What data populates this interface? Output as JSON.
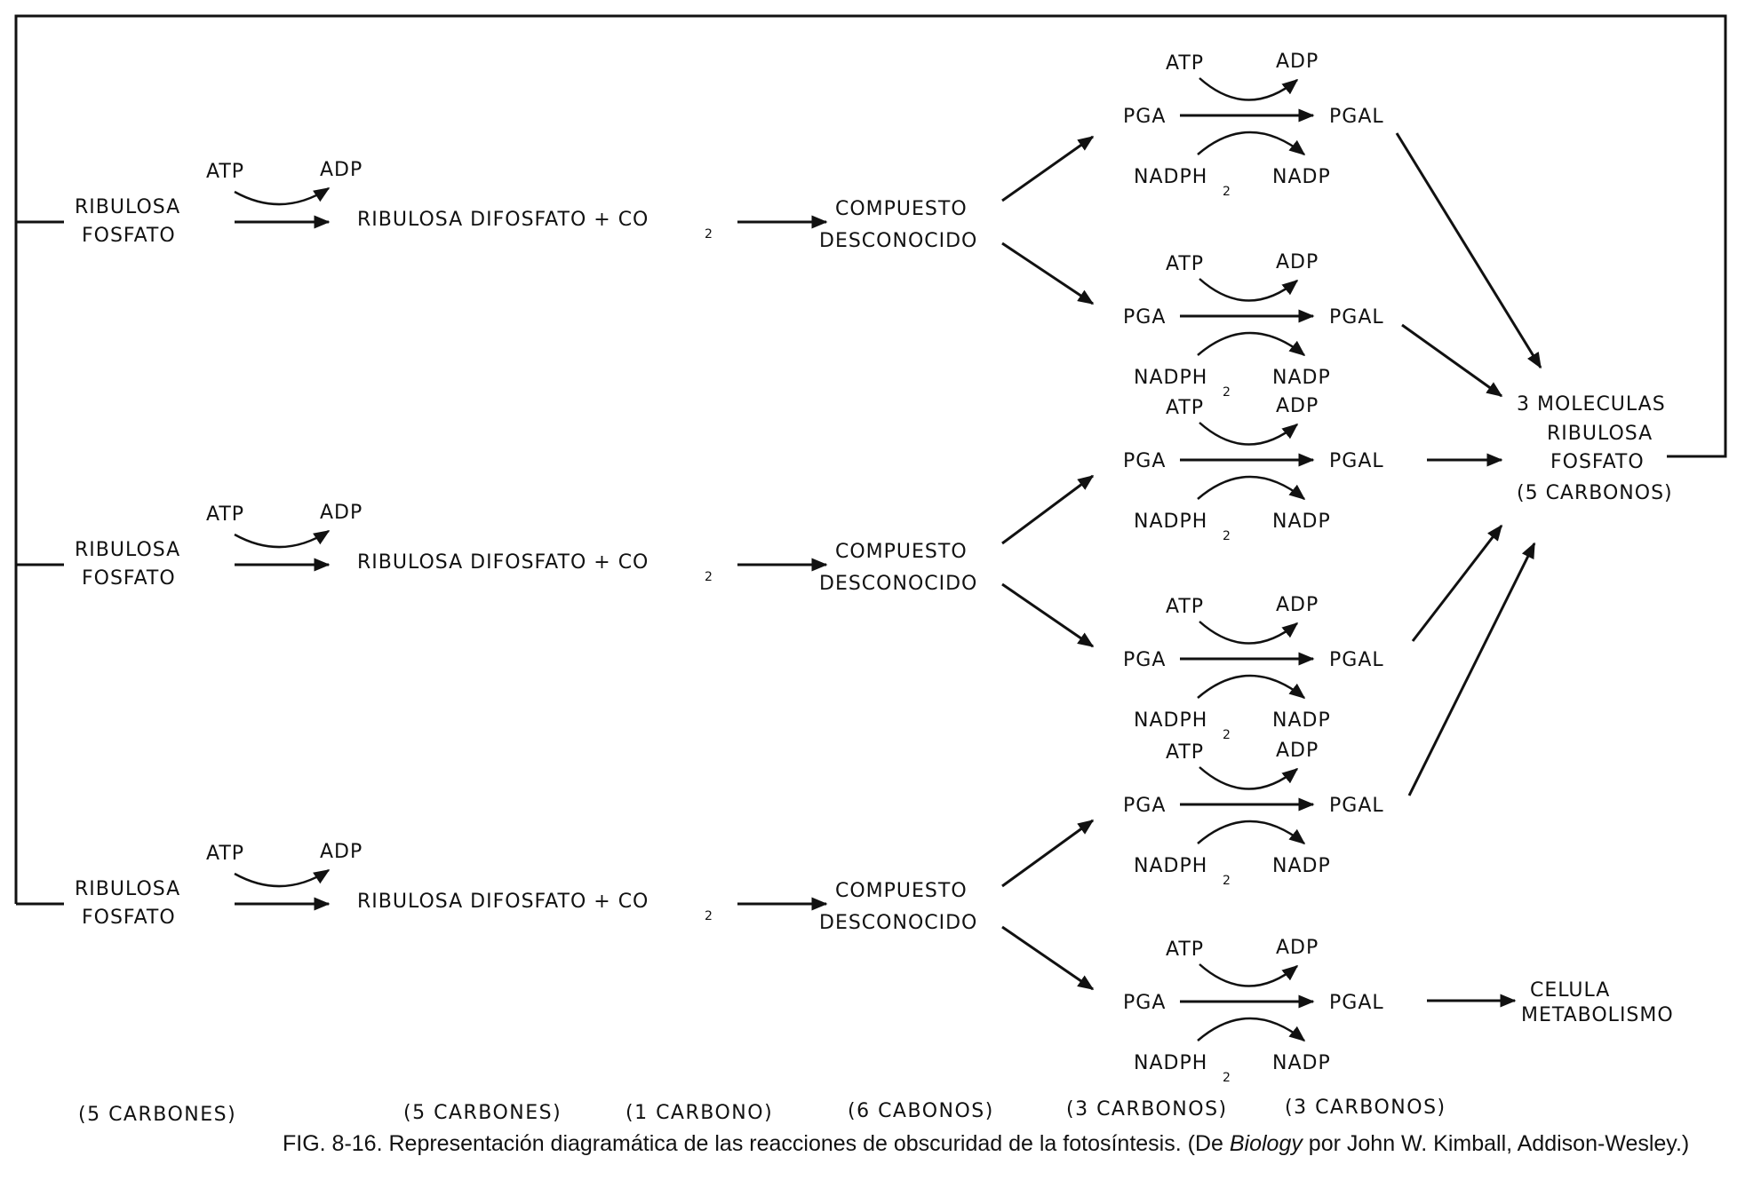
{
  "rows": [
    {
      "ribulosa_fosfato": [
        "RIBULOSA",
        "FOSFATO"
      ],
      "atp": "ATP",
      "adp": "ADP",
      "difosfato": "RIBULOSA DIFOSFATO + CO",
      "co2_sub": "2",
      "compuesto": [
        "COMPUESTO",
        "DESCONOCIDO"
      ]
    },
    {
      "ribulosa_fosfato": [
        "RIBULOSA",
        "FOSFATO"
      ],
      "atp": "ATP",
      "adp": "ADP",
      "difosfato": "RIBULOSA DIFOSFATO + CO",
      "co2_sub": "2",
      "compuesto": [
        "COMPUESTO",
        "DESCONOCIDO"
      ]
    },
    {
      "ribulosa_fosfato": [
        "RIBULOSA",
        "FOSFATO"
      ],
      "atp": "ATP",
      "adp": "ADP",
      "difosfato": "RIBULOSA DIFOSFATO + CO",
      "co2_sub": "2",
      "compuesto": [
        "COMPUESTO",
        "DESCONOCIDO"
      ]
    }
  ],
  "pga_reactions": [
    {
      "atp": "ATP",
      "adp": "ADP",
      "pga": "PGA",
      "pgal": "PGAL",
      "nadph": "NADPH",
      "nadph_sub": "2",
      "nadp": "NADP"
    },
    {
      "atp": "ATP",
      "adp": "ADP",
      "pga": "PGA",
      "pgal": "PGAL",
      "nadph": "NADPH",
      "nadph_sub": "2",
      "nadp": "NADP"
    },
    {
      "atp": "ATP",
      "adp": "ADP",
      "pga": "PGA",
      "pgal": "PGAL",
      "nadph": "NADPH",
      "nadph_sub": "2",
      "nadp": "NADP"
    },
    {
      "atp": "ATP",
      "adp": "ADP",
      "pga": "PGA",
      "pgal": "PGAL",
      "nadph": "NADPH",
      "nadph_sub": "2",
      "nadp": "NADP"
    },
    {
      "atp": "ATP",
      "adp": "ADP",
      "pga": "PGA",
      "pgal": "PGAL",
      "nadph": "NADPH",
      "nadph_sub": "2",
      "nadp": "NADP"
    },
    {
      "atp": "ATP",
      "adp": "ADP",
      "pga": "PGA",
      "pgal": "PGAL",
      "nadph": "NADPH",
      "nadph_sub": "2",
      "nadp": "NADP"
    }
  ],
  "product": [
    "3 MOLECULAS",
    "RIBULOSA",
    "FOSFATO",
    "(5 CARBONOS)"
  ],
  "celula": [
    "CELULA",
    "METABOLISMO"
  ],
  "carbon_labels": [
    "(5 CARBONES)",
    "(5 CARBONES)",
    "(1 CARBONO)",
    "(6 CABONOS)",
    "(3 CARBONOS)",
    "(3 CARBONOS)"
  ],
  "caption": {
    "prefix": "FIG. 8-16. Representación diagramática de las reacciones de obscuridad de la fotosíntesis. (De ",
    "book": "Biology",
    "suffix": " por John W. Kimball, Addison-Wesley.)"
  }
}
